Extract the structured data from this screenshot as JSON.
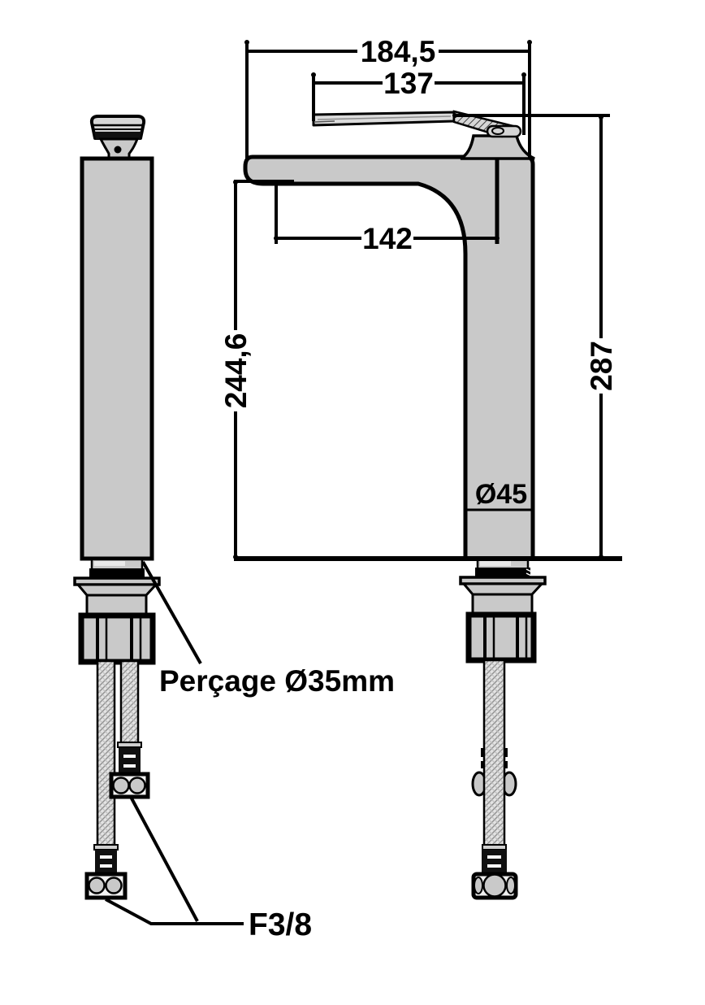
{
  "drawing": {
    "title": "faucet-technical-drawing",
    "dimensions": {
      "overall_width": "184,5",
      "spout_width": "137",
      "spout_reach": "142",
      "outlet_height": "244,6",
      "total_height": "287",
      "body_diameter": "Ø45"
    },
    "labels": {
      "drilling": "Perçage Ø35mm",
      "hose_fitting": "F3/8"
    },
    "colors": {
      "body_fill": "#c9c9c9",
      "line": "#000000",
      "background": "#ffffff"
    }
  }
}
